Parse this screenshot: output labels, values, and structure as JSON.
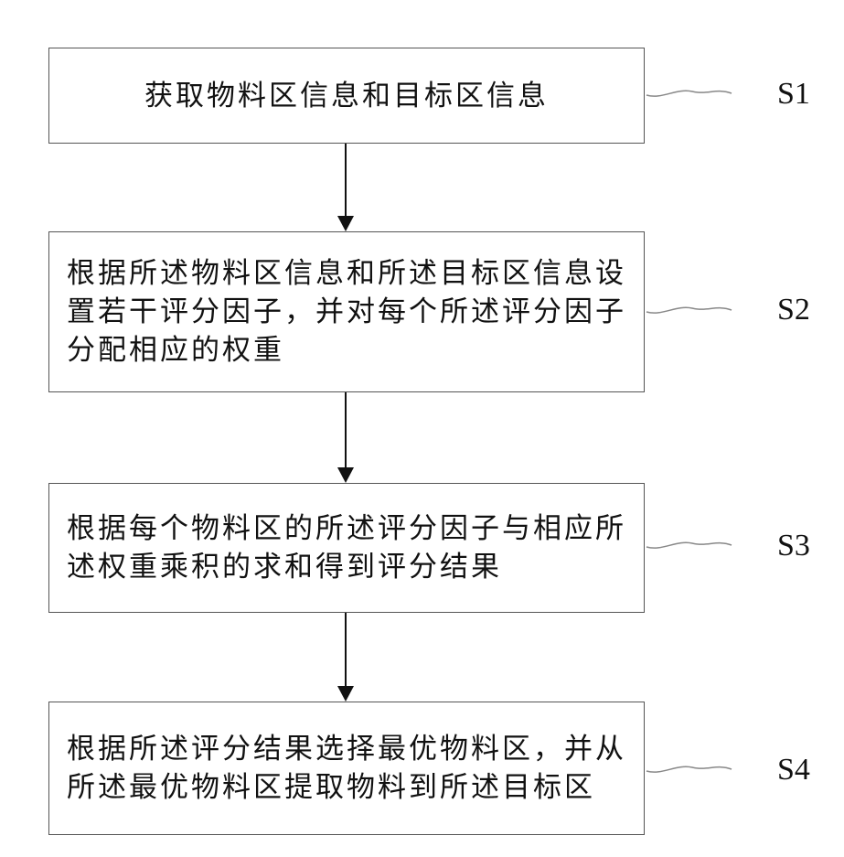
{
  "steps": [
    {
      "text": "获取物料区信息和目标区信息",
      "label": "S1"
    },
    {
      "text": "根据所述物料区信息和所述目标区信息设\n置若干评分因子，并对每个所述评分因子\n分配相应的权重",
      "label": "S2"
    },
    {
      "text": "根据每个物料区的所述评分因子与相应所\n述权重乘积的求和得到评分结果",
      "label": "S3"
    },
    {
      "text": "根据所述评分结果选择最优物料区，并从\n所述最优物料区提取物料到所述目标区",
      "label": "S4"
    }
  ],
  "colors": {
    "border": "#555555",
    "text": "#111111",
    "arrow": "#111111",
    "leader": "#888888"
  }
}
